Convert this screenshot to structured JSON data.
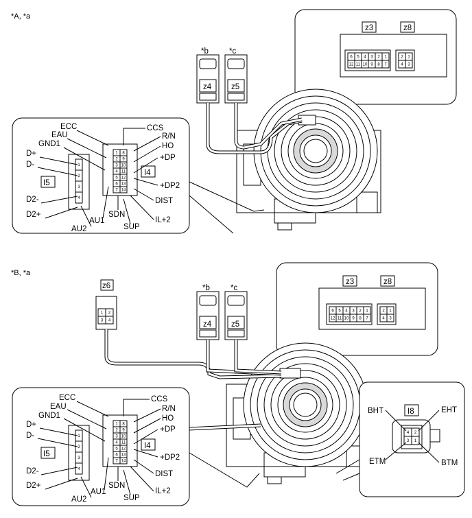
{
  "headers": {
    "a": "*A, *a",
    "b": "*B, *a"
  },
  "connectors": {
    "z3": "z3",
    "z8": "z8",
    "z4": "z4",
    "z5": "z5",
    "z6": "z6",
    "i4": "I4",
    "i5": "I5",
    "i8": "I8",
    "star_b": "*b",
    "star_c": "*c"
  },
  "pin_labels": {
    "left": [
      "ECC",
      "EAU",
      "GND1",
      "D+",
      "D-",
      "D2-",
      "D2+",
      "AU1",
      "AU2"
    ],
    "center": [
      "SDN",
      "SUP"
    ],
    "right": [
      "CCS",
      "R/N",
      "HO",
      "+DP",
      "+DP2",
      "DIST",
      "IL+2"
    ]
  },
  "i8_labels": [
    "BHT",
    "EHT",
    "ETM",
    "BTM"
  ],
  "z3_pins": {
    "top": [
      "6",
      "5",
      "4",
      "3",
      "2",
      "1"
    ],
    "bottom": [
      "12",
      "11",
      "10",
      "9",
      "8",
      "7"
    ]
  },
  "z8_pins": {
    "top": [
      "2",
      "1"
    ],
    "bottom": [
      "4",
      "3"
    ]
  },
  "small_pins": {
    "top": [
      "1",
      "2"
    ]
  },
  "z6_pins": {
    "top": [
      "1",
      "2"
    ],
    "bottom": [
      "3",
      "4"
    ]
  },
  "i4_pins": {
    "left": [
      "1",
      "2",
      "3",
      "4",
      "5",
      "6",
      "7"
    ],
    "right": [
      "8",
      "9",
      "10",
      "11",
      "12",
      "13",
      "14"
    ]
  },
  "i5_pins": [
    "1",
    "2",
    "3",
    "4"
  ],
  "i8_pins": [
    "4",
    "3",
    "2",
    "1"
  ]
}
